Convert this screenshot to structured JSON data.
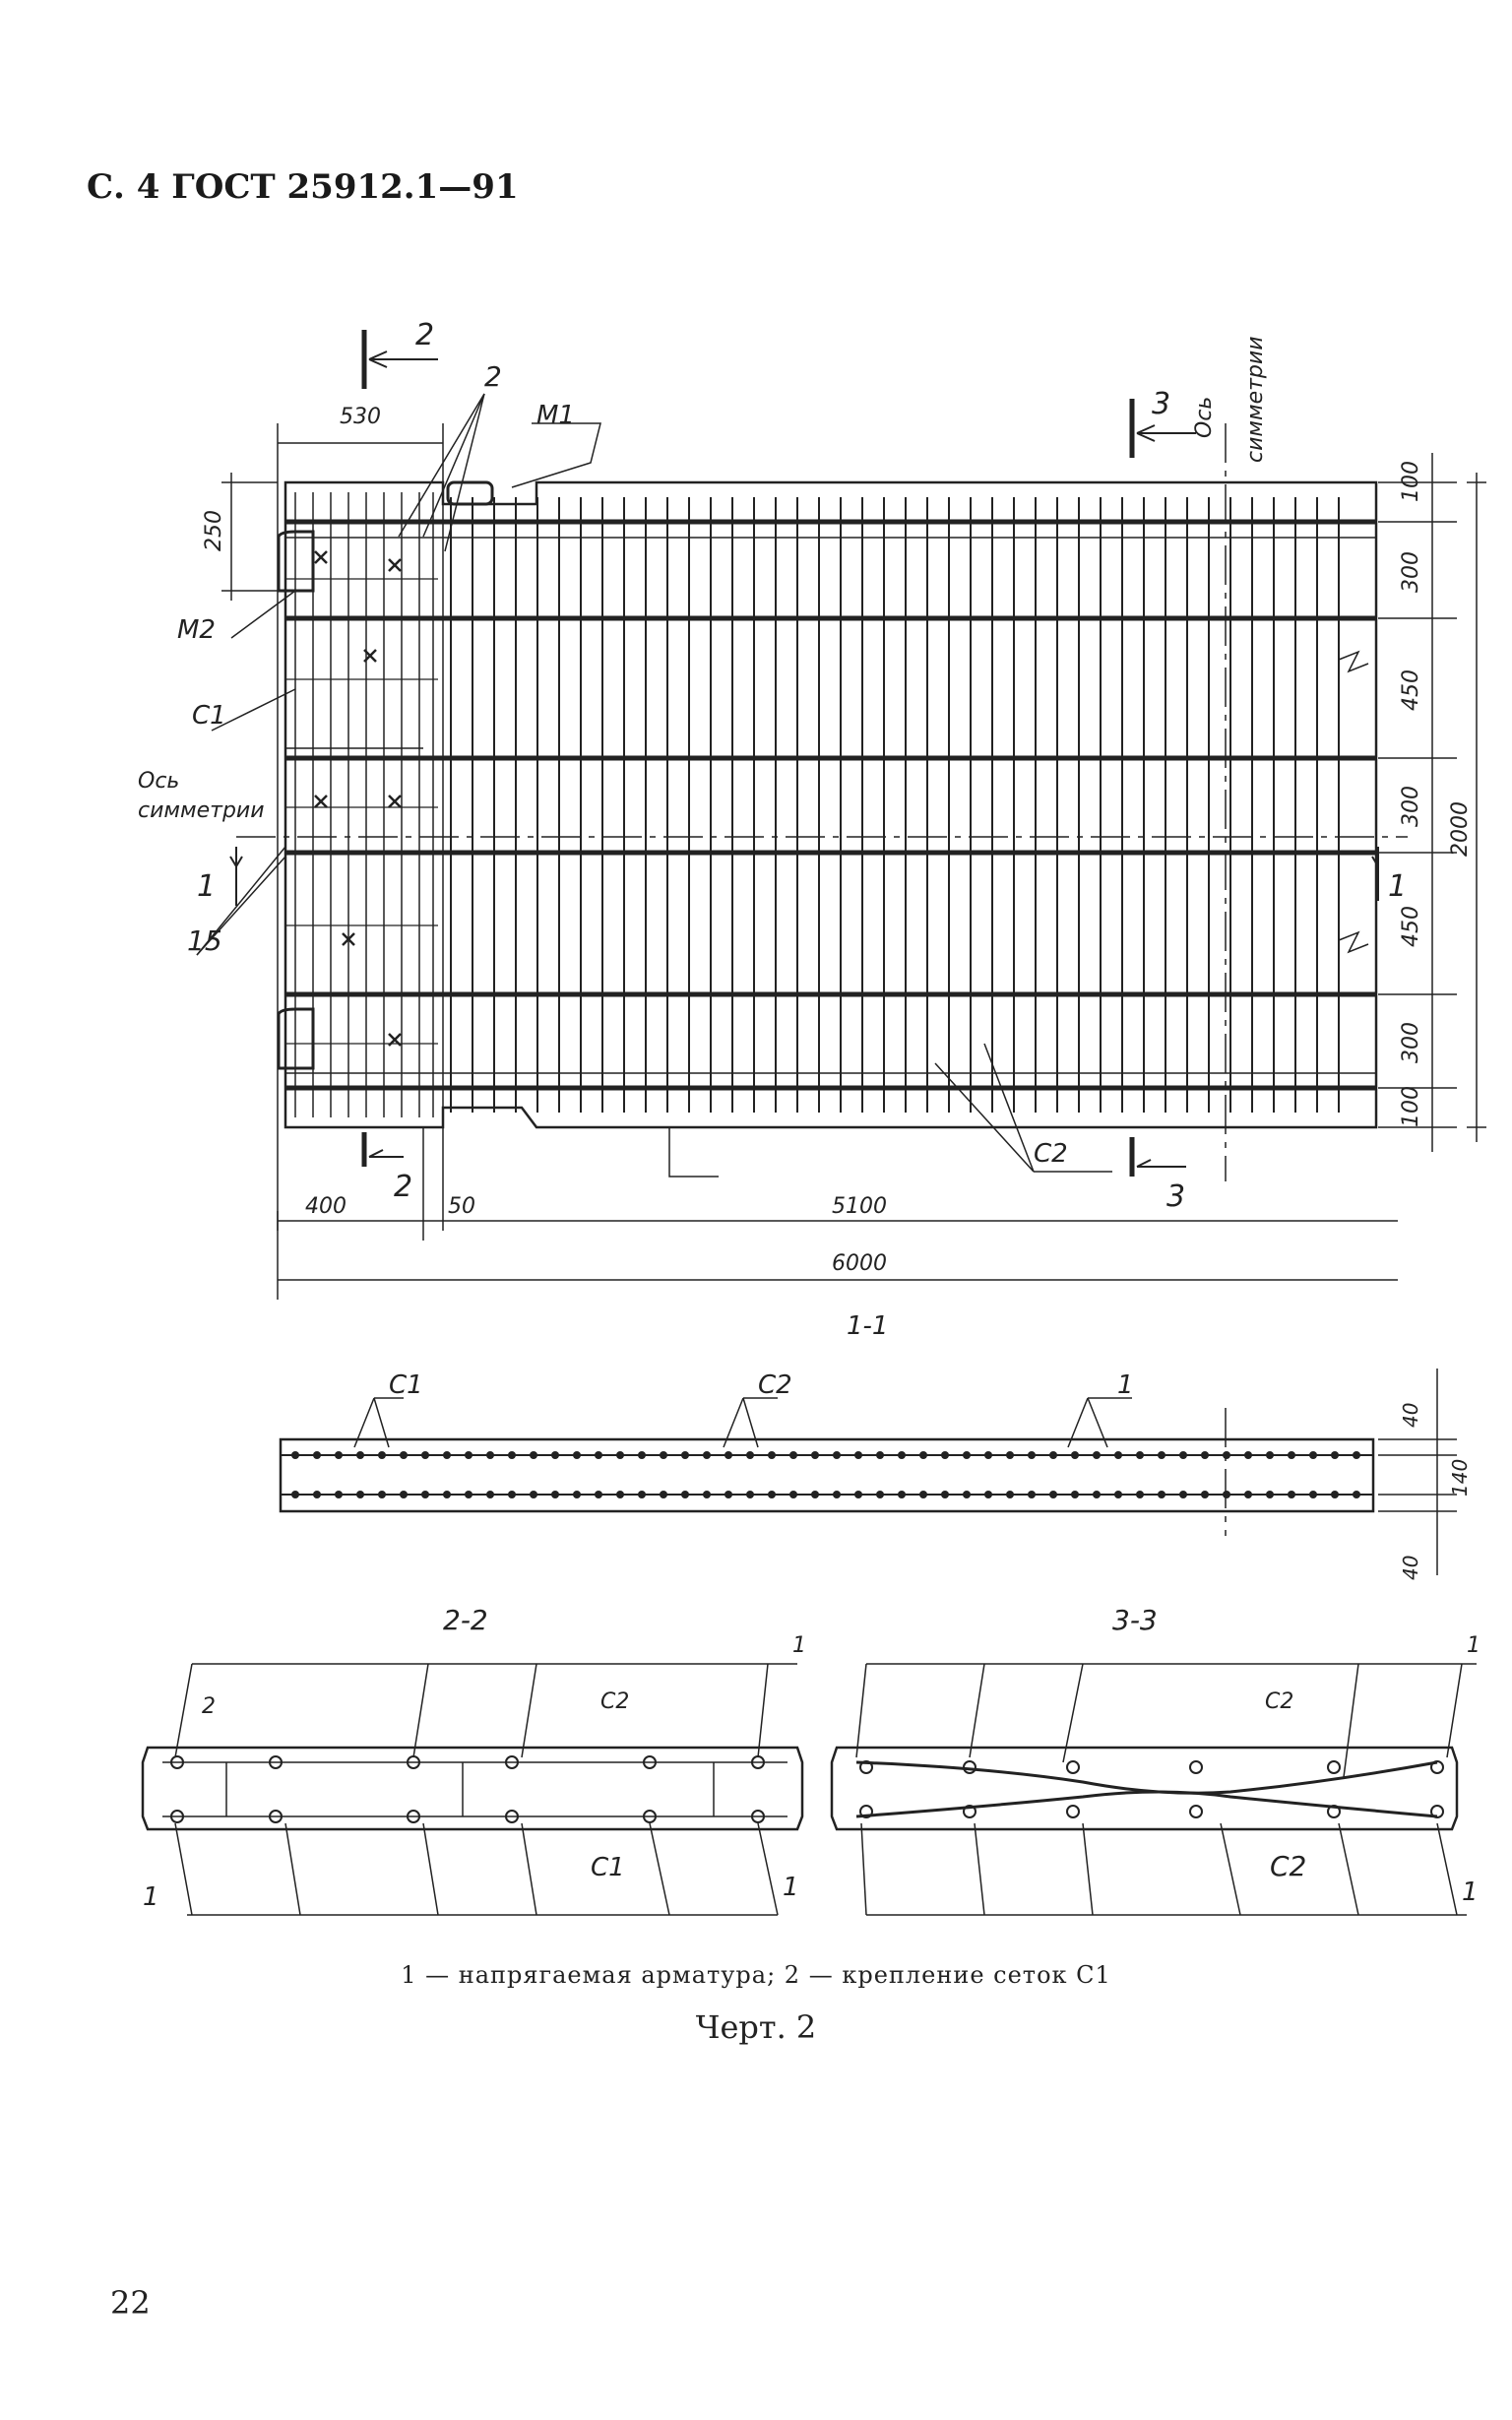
{
  "header": "С. 4 ГОСТ 25912.1—91",
  "plan": {
    "dims_top": [
      "530"
    ],
    "dims_left": [
      "250"
    ],
    "dims_right": [
      "100",
      "300",
      "450",
      "300",
      "450",
      "300",
      "100"
    ],
    "dim_total_right": "2000",
    "dims_bottom": [
      "400",
      "50",
      "5100"
    ],
    "dim_total_bottom": "6000",
    "section_marks": [
      "2",
      "2",
      "3",
      "3",
      "1",
      "1"
    ],
    "labels": {
      "m1": "М1",
      "m2": "М2",
      "c1": "С1",
      "c2": "С2",
      "item2": "2",
      "item15": "15",
      "axis_left_1": "Ось",
      "axis_left_2": "симметрии",
      "axis_top_1": "Ось",
      "axis_top_2": "симметрии"
    }
  },
  "section_1_1": {
    "title": "1-1",
    "labels": [
      "С1",
      "С2",
      "1"
    ],
    "dims_right": [
      "40",
      "140",
      "40"
    ]
  },
  "section_2_2": {
    "title": "2-2",
    "labels": [
      "1",
      "2",
      "С2",
      "С1",
      "1",
      "1"
    ]
  },
  "section_3_3": {
    "title": "3-3",
    "labels": [
      "1",
      "С2",
      "С2",
      "1"
    ]
  },
  "caption": "1 — напрягаемая арматура; 2 — крепление сеток С1",
  "figure_title": "Черт. 2",
  "page_number": "22"
}
